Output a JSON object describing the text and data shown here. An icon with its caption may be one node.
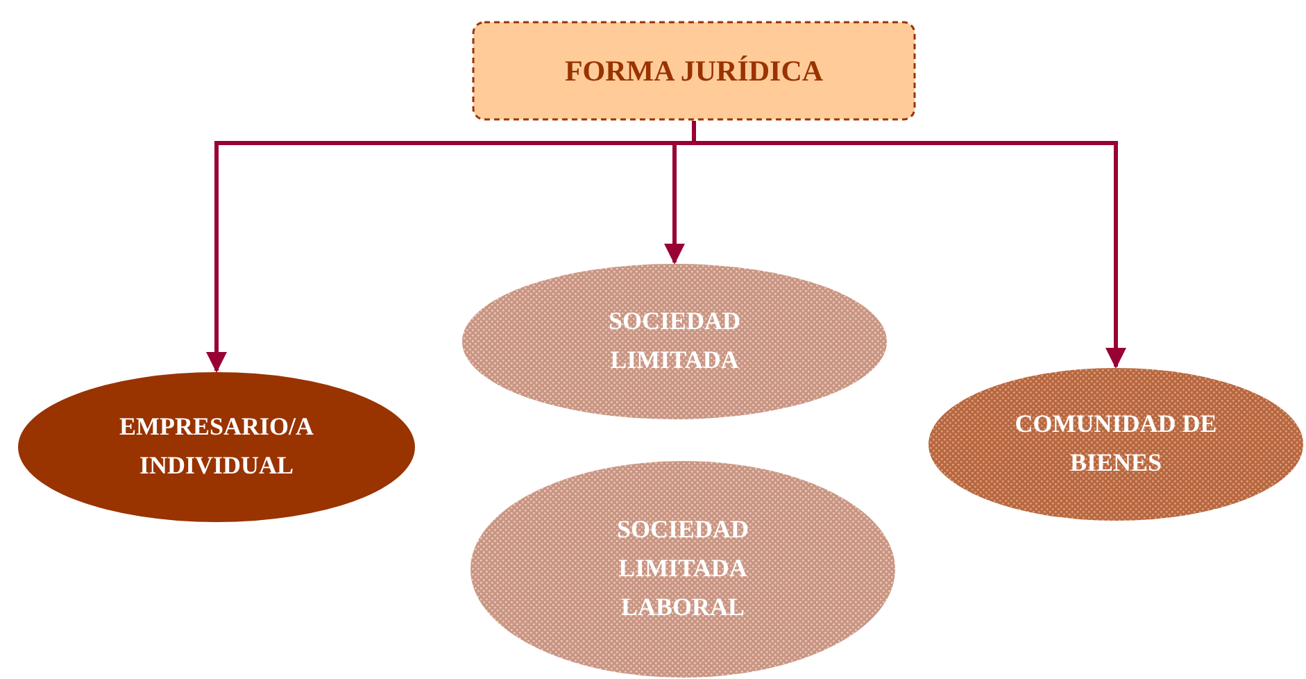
{
  "diagram": {
    "nodes": [
      {
        "text": [
          "FORMA JURÍDICA"
        ]
      },
      {
        "text": [
          "EMPRESARIO/A INDIVIDUAL"
        ]
      },
      {
        "text": [
          "SOCIEDAD LIMITADA"
        ]
      },
      {
        "text": [
          "SOCIEDAD LIMITADA LABORAL"
        ]
      },
      {
        "text": [
          "COMUNIDAD DE BIENES"
        ]
      }
    ],
    "edges": [
      {
        "from": 0,
        "to": 1,
        "arrow": "to"
      },
      {
        "from": 0,
        "to": 2,
        "arrow": "to"
      },
      {
        "from": 0,
        "to": 4,
        "arrow": "to"
      }
    ]
  }
}
